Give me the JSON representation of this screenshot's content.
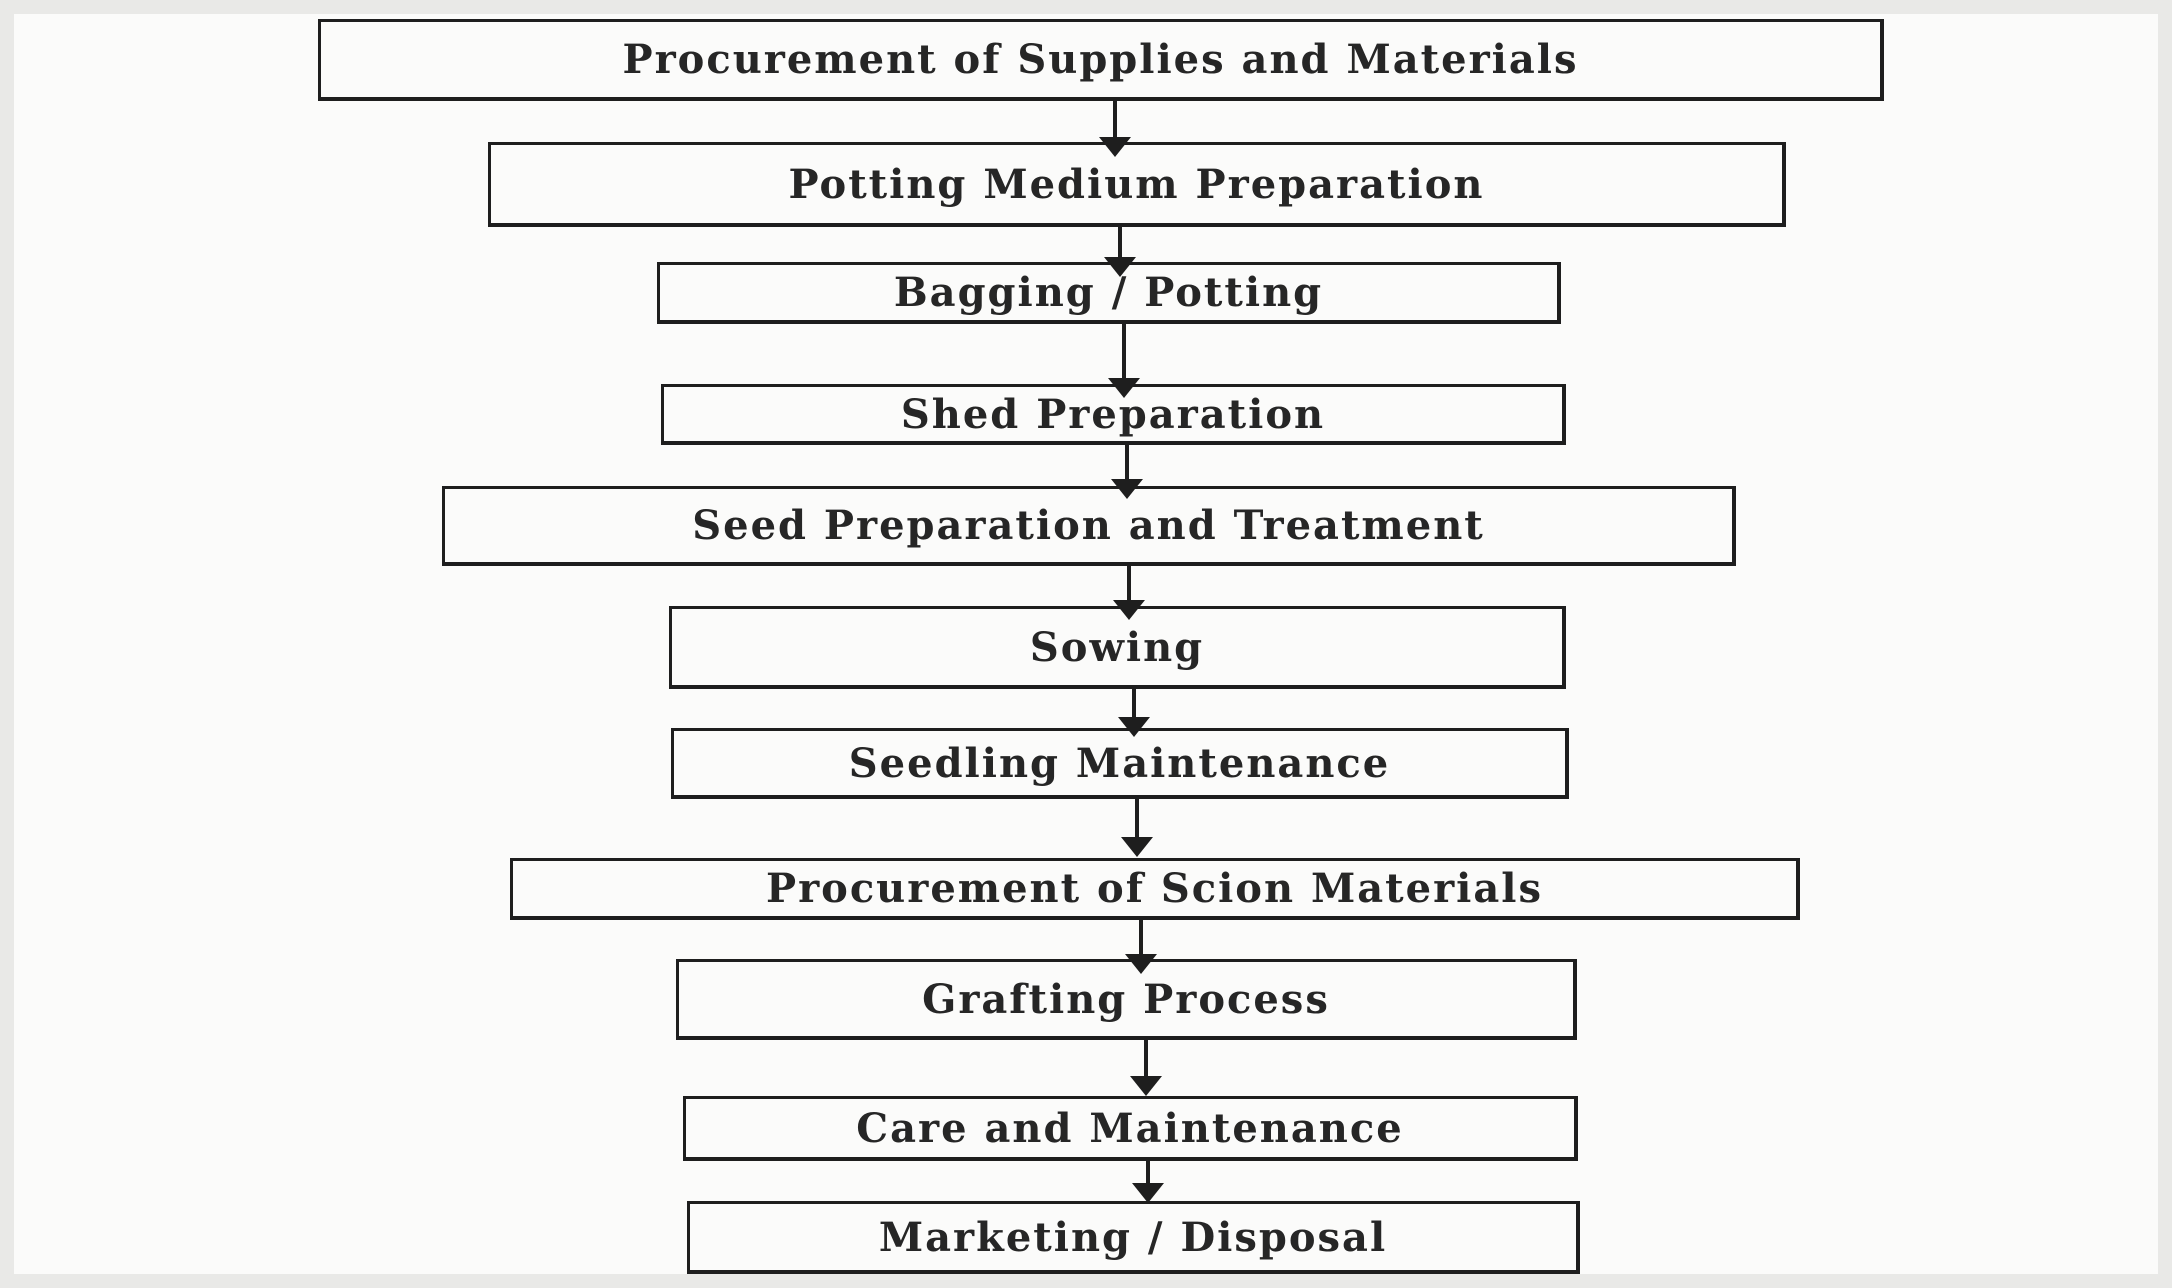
{
  "steps": [
    {
      "label": "Procurement of Supplies and Materials"
    },
    {
      "label": "Potting Medium Preparation"
    },
    {
      "label": "Bagging / Potting"
    },
    {
      "label": "Shed Preparation"
    },
    {
      "label": "Seed Preparation and Treatment"
    },
    {
      "label": "Sowing"
    },
    {
      "label": "Seedling Maintenance"
    },
    {
      "label": "Procurement of Scion Materials"
    },
    {
      "label": "Grafting Process"
    },
    {
      "label": "Care and Maintenance"
    },
    {
      "label": "Marketing / Disposal"
    }
  ]
}
